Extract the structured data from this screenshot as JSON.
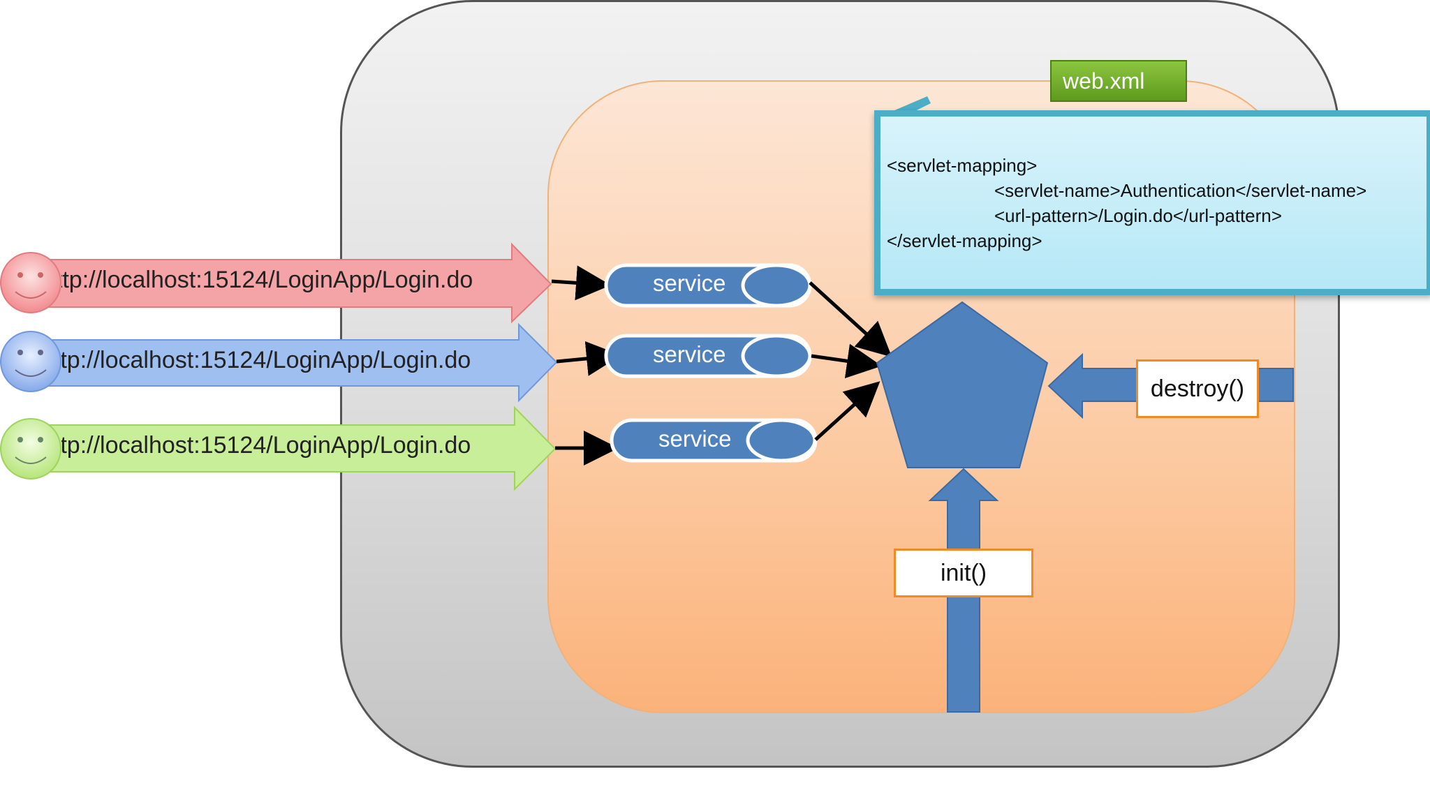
{
  "diagram": {
    "config_tab": "web.xml",
    "mapping_lines": [
      "<servlet-mapping>",
      "<servlet-name>Authentication</servlet-name>",
      "<url-pattern>/Login.do</url-pattern>",
      "</servlet-mapping>"
    ],
    "requests": [
      {
        "url": "http://localhost:15124/LoginApp/Login.do",
        "color": "#f4a3a6"
      },
      {
        "url": "http://localhost:15124/LoginApp/Login.do",
        "color": "#9fbff0"
      },
      {
        "url": "http://localhost:15124/LoginApp/Login.do",
        "color": "#c9ee9a"
      }
    ],
    "service_label": "service",
    "init_label": "init()",
    "destroy_label": "destroy()"
  },
  "colors": {
    "servlet_blue": "#4f81bd",
    "callout_border": "#4badc6",
    "label_border": "#f08a24",
    "config_tab": "#6aab24"
  }
}
